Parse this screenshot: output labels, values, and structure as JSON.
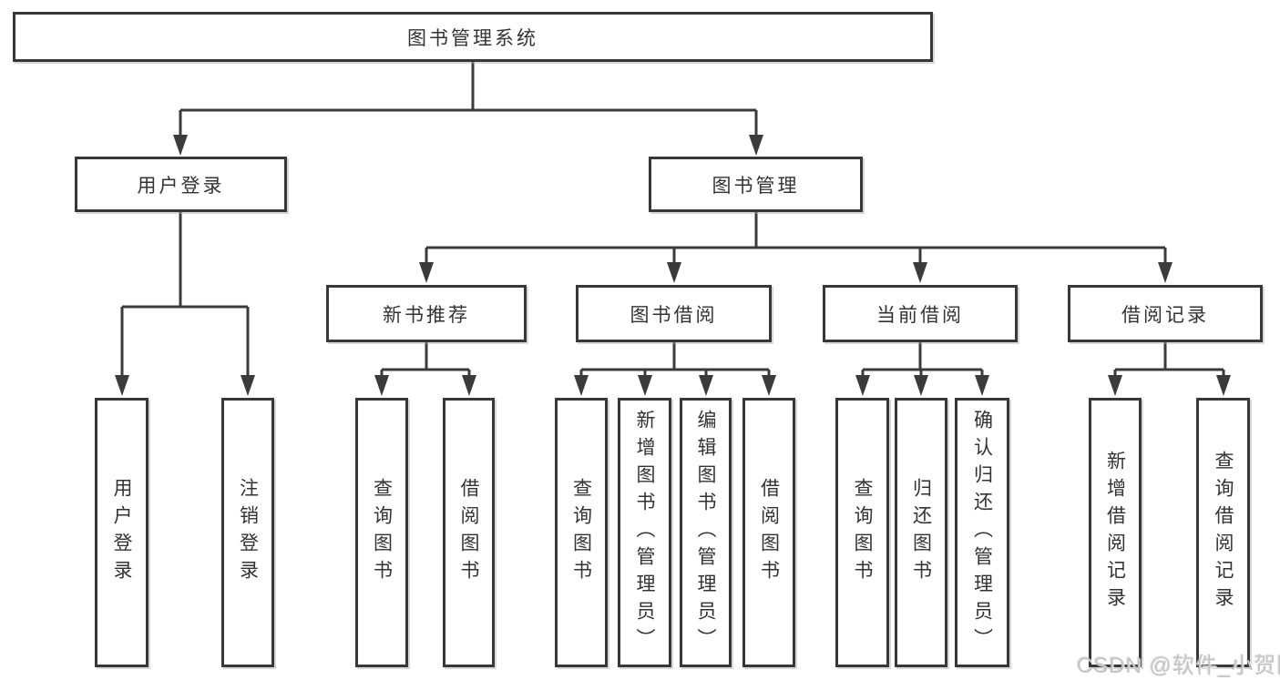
{
  "diagram": {
    "type": "hierarchy-tree",
    "nodes": {
      "root": "图书管理系统",
      "user_login": "用户登录",
      "book_mgmt": "图书管理",
      "new_book_rec": "新书推荐",
      "book_borrow": "图书借阅",
      "current_borrow": "当前借阅",
      "borrow_records": "借阅记录",
      "leaf_user_login": "用户登录",
      "leaf_logout": "注销登录",
      "leaf_rec_query_book": "查询图书",
      "leaf_rec_borrow_book": "借阅图书",
      "leaf_bor_query_book": "查询图书",
      "leaf_bor_add_book": "新增图书（管理员）",
      "leaf_bor_edit_book": "编辑图书（管理员）",
      "leaf_bor_borrow_book": "借阅图书",
      "leaf_cur_query_book": "查询图书",
      "leaf_cur_return_book": "归还图书",
      "leaf_cur_confirm_return": "确认归还（管理员）",
      "leaf_his_add_record": "新增借阅记录",
      "leaf_his_query_record": "查询借阅记录"
    },
    "edges": [
      {
        "from": "图书管理系统",
        "to": "用户登录"
      },
      {
        "from": "图书管理系统",
        "to": "图书管理"
      },
      {
        "from": "用户登录",
        "to": "用户登录"
      },
      {
        "from": "用户登录",
        "to": "注销登录"
      },
      {
        "from": "图书管理",
        "to": "新书推荐"
      },
      {
        "from": "图书管理",
        "to": "图书借阅"
      },
      {
        "from": "图书管理",
        "to": "当前借阅"
      },
      {
        "from": "图书管理",
        "to": "借阅记录"
      },
      {
        "from": "新书推荐",
        "to": "查询图书"
      },
      {
        "from": "新书推荐",
        "to": "借阅图书"
      },
      {
        "from": "图书借阅",
        "to": "查询图书"
      },
      {
        "from": "图书借阅",
        "to": "新增图书（管理员）"
      },
      {
        "from": "图书借阅",
        "to": "编辑图书（管理员）"
      },
      {
        "from": "图书借阅",
        "to": "借阅图书"
      },
      {
        "from": "当前借阅",
        "to": "查询图书"
      },
      {
        "from": "当前借阅",
        "to": "归还图书"
      },
      {
        "from": "当前借阅",
        "to": "确认归还（管理员）"
      },
      {
        "from": "借阅记录",
        "to": "新增借阅记录"
      },
      {
        "from": "借阅记录",
        "to": "查询借阅记录"
      }
    ],
    "colors": {
      "line": "#3b3b3b",
      "box_border": "#383838",
      "box_fill": "#ffffff",
      "text": "#333333",
      "watermark": "#c4c4c4",
      "background": "#ffffff"
    }
  },
  "watermark": "CSDN @软件_小贺同学"
}
